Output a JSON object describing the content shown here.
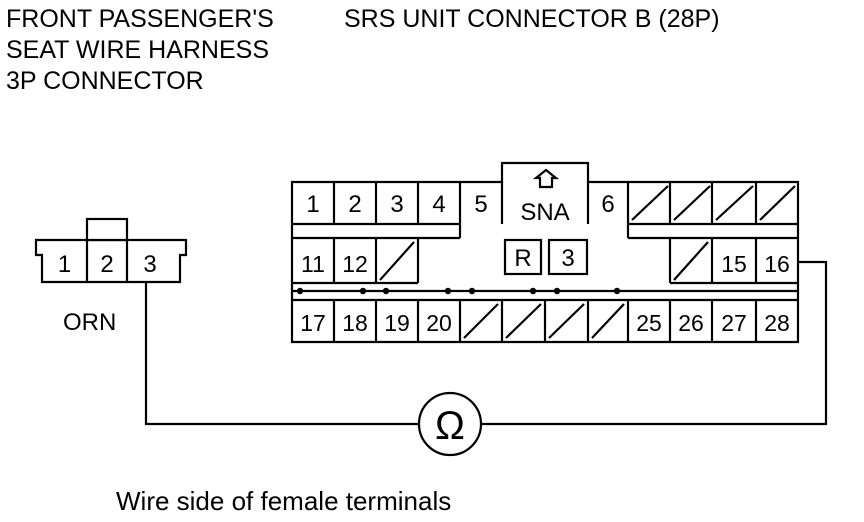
{
  "left_connector": {
    "title_lines": [
      "FRONT PASSENGER'S",
      "SEAT WIRE HARNESS",
      "3P CONNECTOR"
    ],
    "pins": [
      "1",
      "2",
      "3"
    ],
    "wire_color": "ORN"
  },
  "srs_connector": {
    "title": "SRS UNIT CONNECTOR B (28P)",
    "row1": [
      "1",
      "2",
      "3",
      "4",
      "5"
    ],
    "key_label": "SNA",
    "pin6": "6",
    "row2": [
      "11",
      "12"
    ],
    "row2_right": [
      "15",
      "16"
    ],
    "inner_labels": [
      "R",
      "3"
    ],
    "row3_left": [
      "17",
      "18",
      "19",
      "20"
    ],
    "row3_right": [
      "25",
      "26",
      "27",
      "28"
    ]
  },
  "meter_symbol": "Ω",
  "caption": "Wire side of female terminals"
}
